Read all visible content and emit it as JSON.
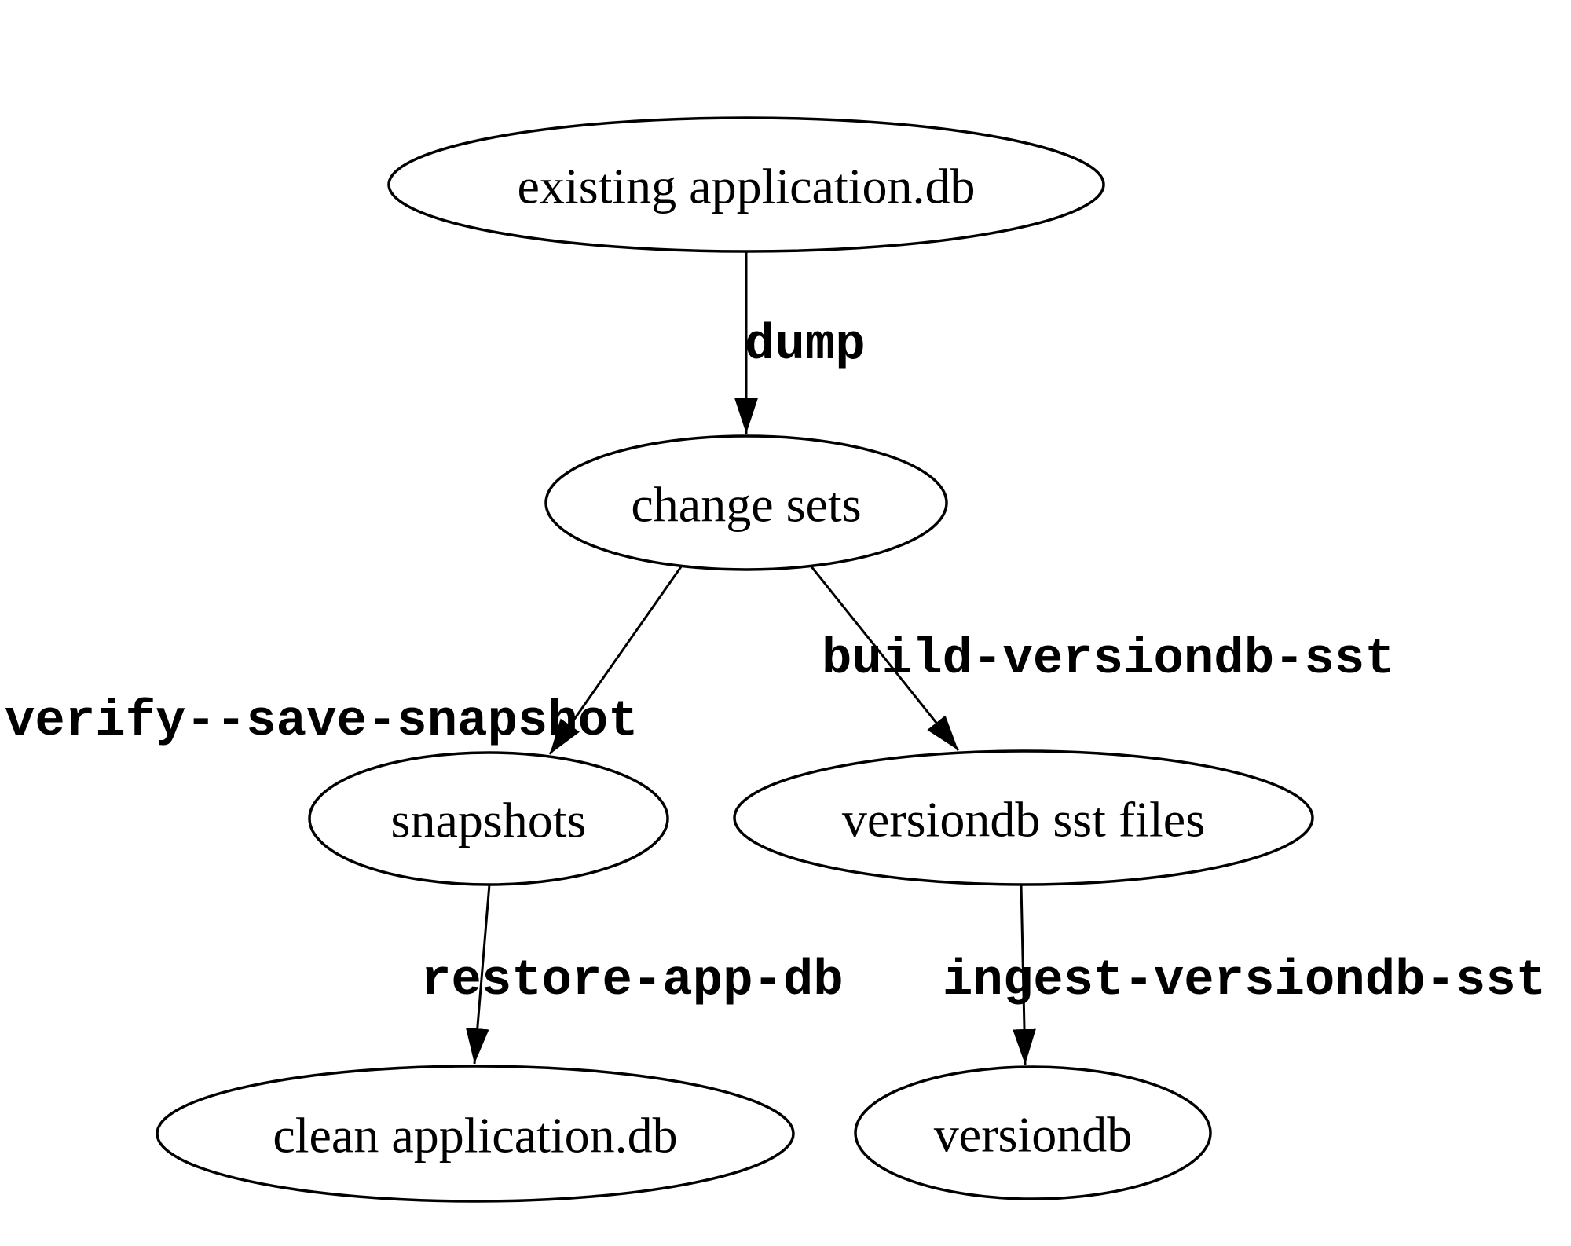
{
  "diagram": {
    "type": "directed-graph",
    "background_color": "#ffffff",
    "stroke_color": "#000000",
    "text_color": "#000000",
    "nodes": [
      {
        "id": "existing-application-db",
        "label": "existing application.db",
        "shape": "ellipse"
      },
      {
        "id": "change-sets",
        "label": "change sets",
        "shape": "ellipse"
      },
      {
        "id": "snapshots",
        "label": "snapshots",
        "shape": "ellipse"
      },
      {
        "id": "versiondb-sst-files",
        "label": "versiondb sst files",
        "shape": "ellipse"
      },
      {
        "id": "clean-application-db",
        "label": "clean application.db",
        "shape": "ellipse"
      },
      {
        "id": "versiondb",
        "label": "versiondb",
        "shape": "ellipse"
      }
    ],
    "edges": [
      {
        "from": "existing application.db",
        "to": "change sets",
        "label": "dump"
      },
      {
        "from": "change sets",
        "to": "snapshots",
        "label": "verify--save-snapshot"
      },
      {
        "from": "change sets",
        "to": "versiondb sst files",
        "label": "build-versiondb-sst"
      },
      {
        "from": "snapshots",
        "to": "clean application.db",
        "label": "restore-app-db"
      },
      {
        "from": "versiondb sst files",
        "to": "versiondb",
        "label": "ingest-versiondb-sst"
      }
    ]
  }
}
